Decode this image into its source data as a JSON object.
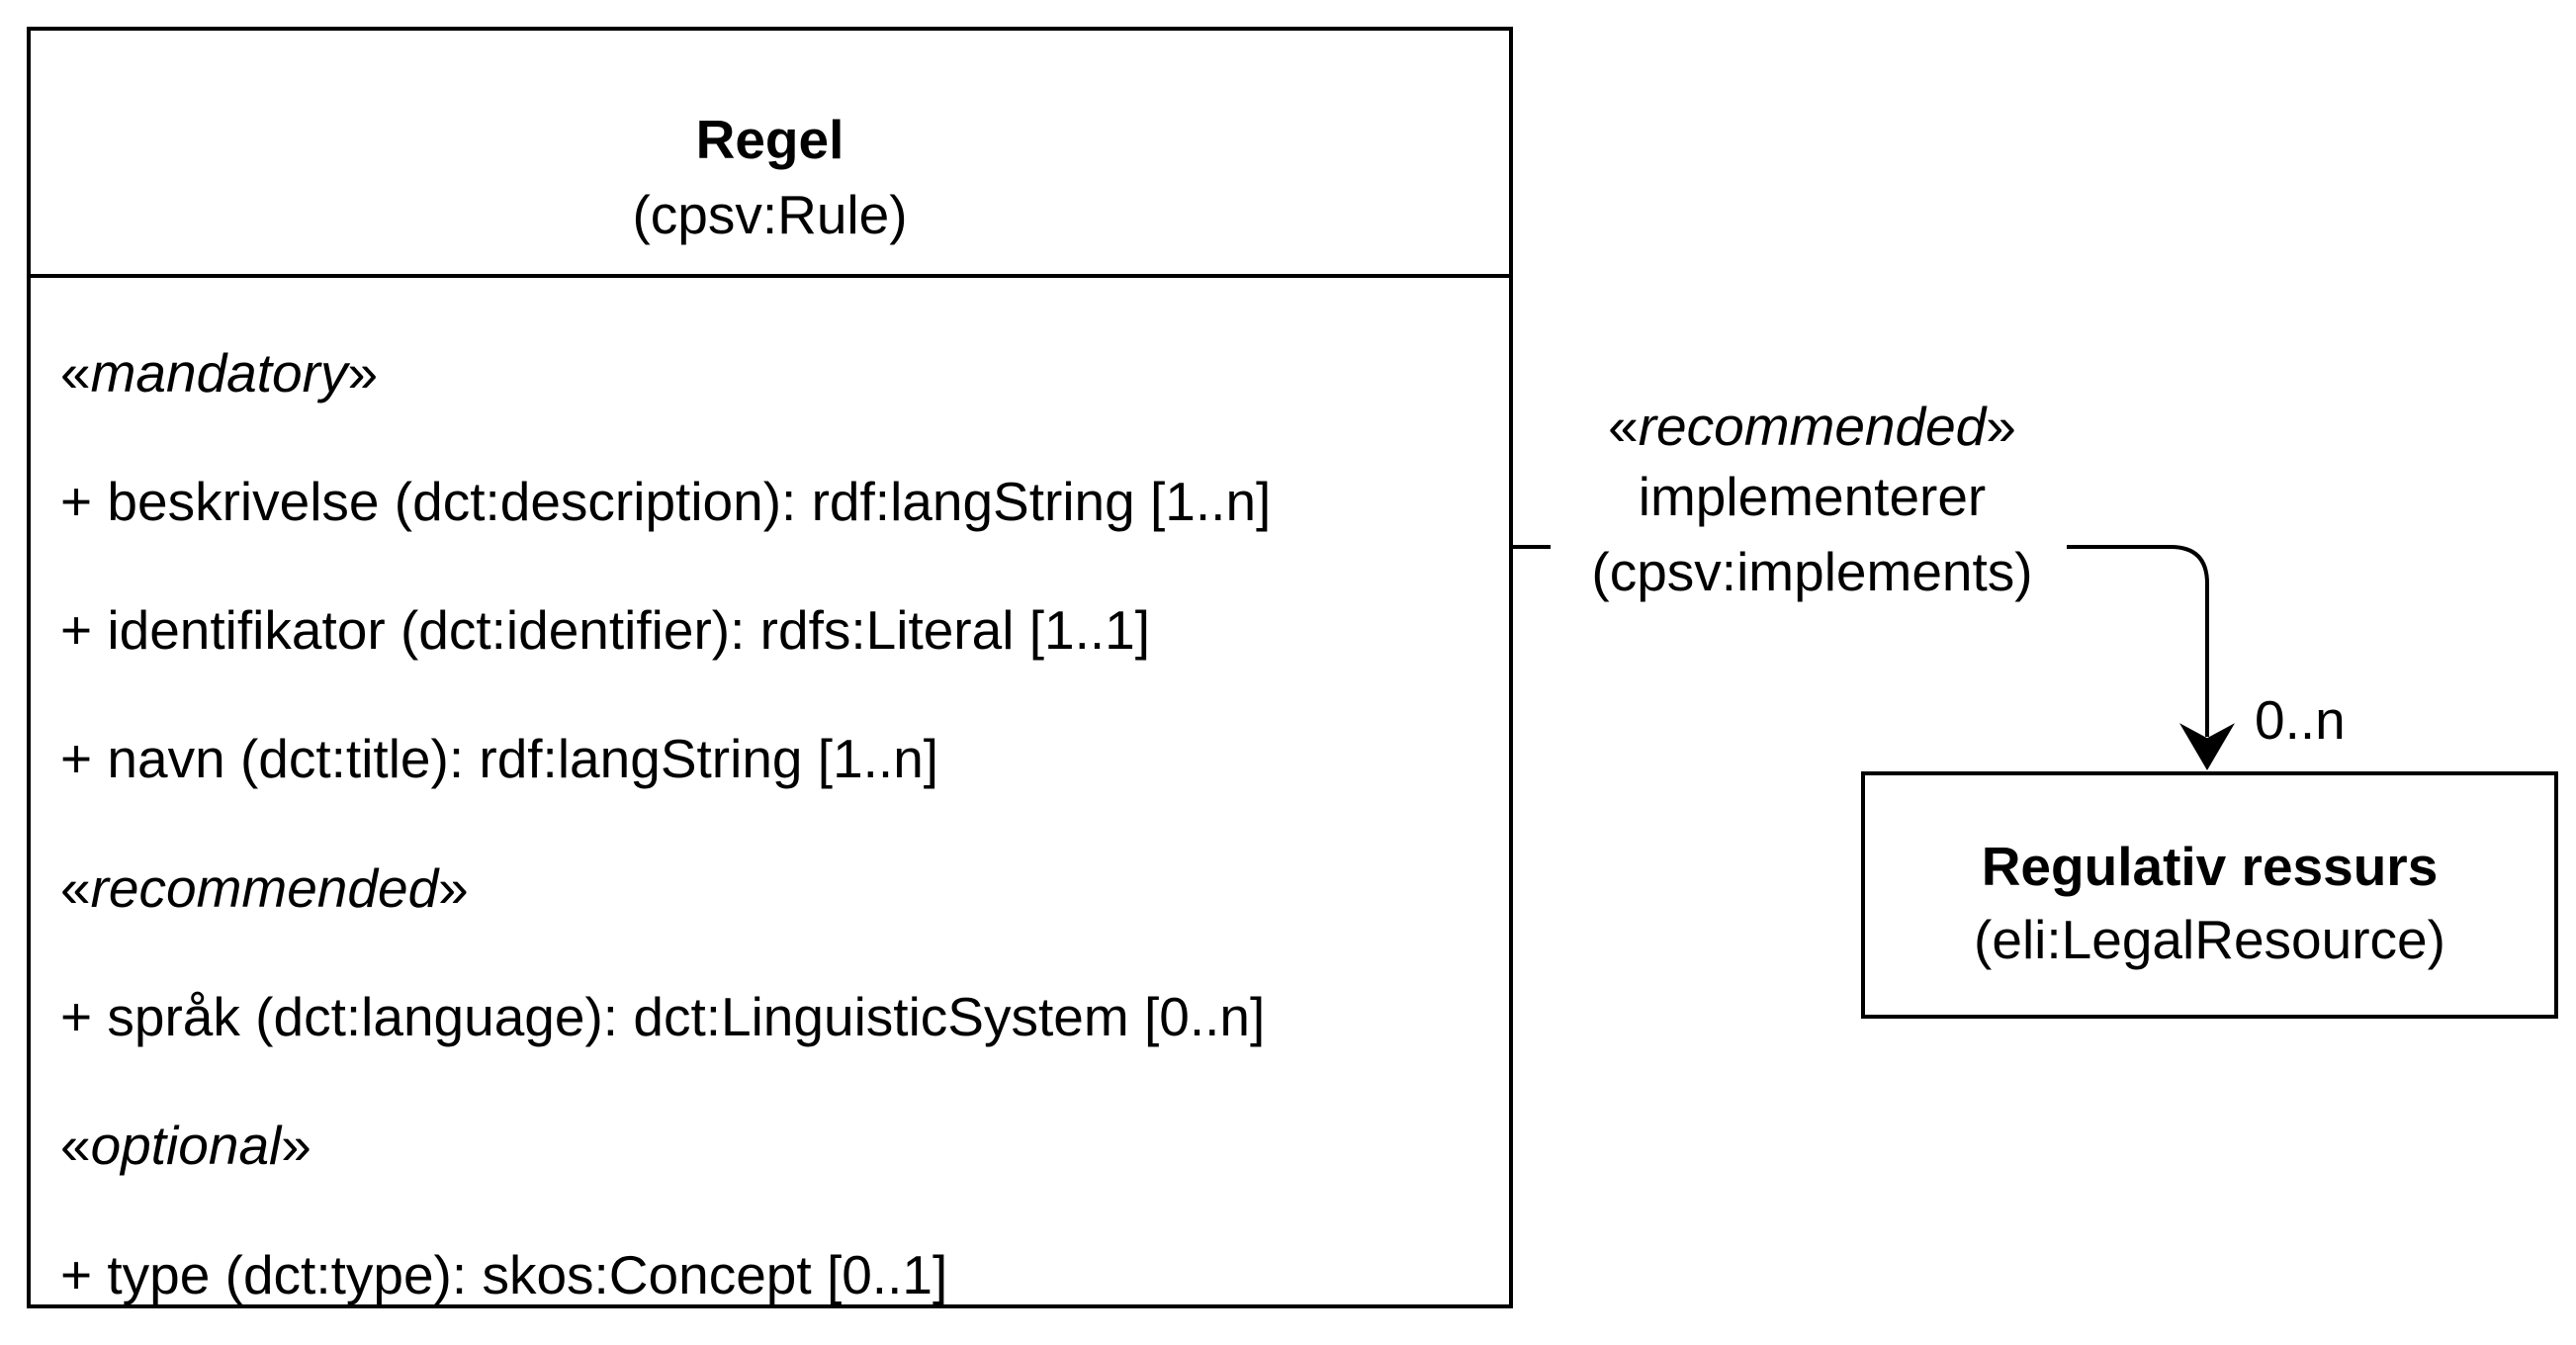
{
  "class": {
    "name": "Regel",
    "uri": "(cpsv:Rule)",
    "attributes": [
      {
        "kind": "stereotype",
        "open": "«",
        "label": "mandatory",
        "close": "»"
      },
      {
        "kind": "property",
        "text": "+ beskrivelse (dct:description): rdf:langString [1..n]"
      },
      {
        "kind": "property",
        "text": "+ identifikator (dct:identifier): rdfs:Literal [1..1]"
      },
      {
        "kind": "property",
        "text": "+ navn (dct:title): rdf:langString [1..n]"
      },
      {
        "kind": "stereotype",
        "open": "«",
        "label": "recommended",
        "close": "»"
      },
      {
        "kind": "property",
        "text": "+ språk (dct:language): dct:LinguisticSystem [0..n]"
      },
      {
        "kind": "stereotype",
        "open": "«",
        "label": "optional",
        "close": "»"
      },
      {
        "kind": "property",
        "text": "+ type (dct:type): skos:Concept [0..1]"
      }
    ]
  },
  "association": {
    "stereotype_open": "«",
    "stereotype": "recommended",
    "stereotype_close": "»",
    "name": "implementerer",
    "uri": "(cpsv:implements)",
    "multiplicity": "0..n"
  },
  "target": {
    "name": "Regulativ ressurs",
    "uri": "(eli:LegalResource)"
  }
}
